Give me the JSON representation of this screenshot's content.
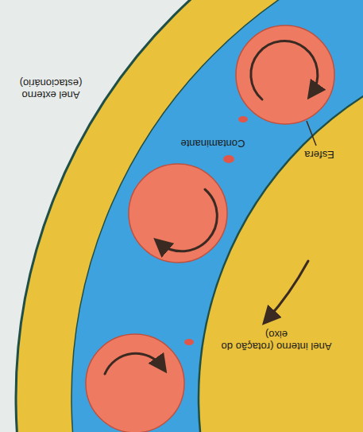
{
  "diagram": {
    "labels": [
      "Anel externo (estacionário)",
      "Contaminante",
      "Esfera",
      "Anel interno (rotação do eixo)"
    ]
  }
}
